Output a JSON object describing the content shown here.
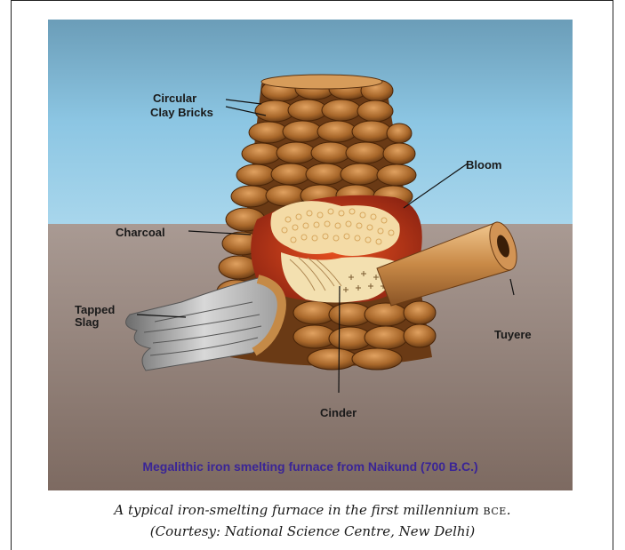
{
  "diagram": {
    "labels": {
      "clay_bricks": "Circular\nClay Bricks",
      "bloom": "Bloom",
      "charcoal": "Charcoal",
      "tapped_slag": "Tapped\nSlag",
      "tuyere": "Tuyere",
      "cinder": "Cinder"
    },
    "subtitle": "Megalithic iron smelting furnace from Naikund (700 B.C.)",
    "colors": {
      "sky": "#7fb7d6",
      "ground": "#8b7a70",
      "brick": "#b8762e",
      "fire": "#c8351a",
      "bloom": "#f3d9a2",
      "slag": "#9a9a9a",
      "subtitle_text": "#3a2596"
    }
  },
  "caption": {
    "line1_main": "A typical iron-smelting furnace in the first millennium ",
    "line1_era": "BCE",
    "line1_end": ".",
    "line2": "(Courtesy: National Science Centre, New Delhi)"
  }
}
